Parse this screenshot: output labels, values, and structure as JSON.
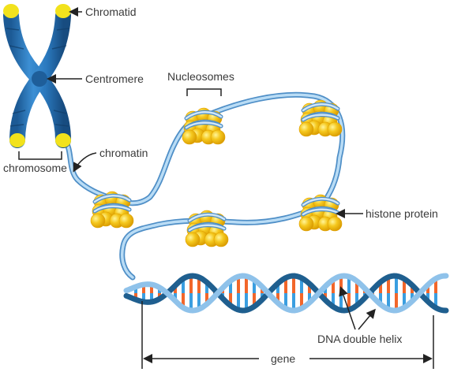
{
  "labels": {
    "chromatid": "Chromatid",
    "centromere": "Centromere",
    "nucleosomes": "Nucleosomes",
    "chromatin": "chromatin",
    "chromosome": "chromosome",
    "histone_protein": "histone protein",
    "dna_double_helix": "DNA double helix",
    "gene": "gene"
  },
  "colors": {
    "chromosome_blue": "#2f7fc1",
    "chromosome_dark": "#1e5e9a",
    "chromatid_tip": "#f2e21c",
    "histone_yellow": "#f5c21a",
    "histone_dark": "#e0a000",
    "fiber_blue": "#9ec8ec",
    "fiber_edge": "#4f8fc7",
    "helix_dark": "#1f5f8f",
    "helix_light": "#8fc2ea",
    "base_orange": "#f2662a",
    "base_blue": "#3a9ee0",
    "annotation": "#222222"
  },
  "icons": {
    "chromosome": "x-shaped-chromosome-icon",
    "nucleosome": "histone-cluster-icon",
    "helix": "double-helix-icon"
  }
}
